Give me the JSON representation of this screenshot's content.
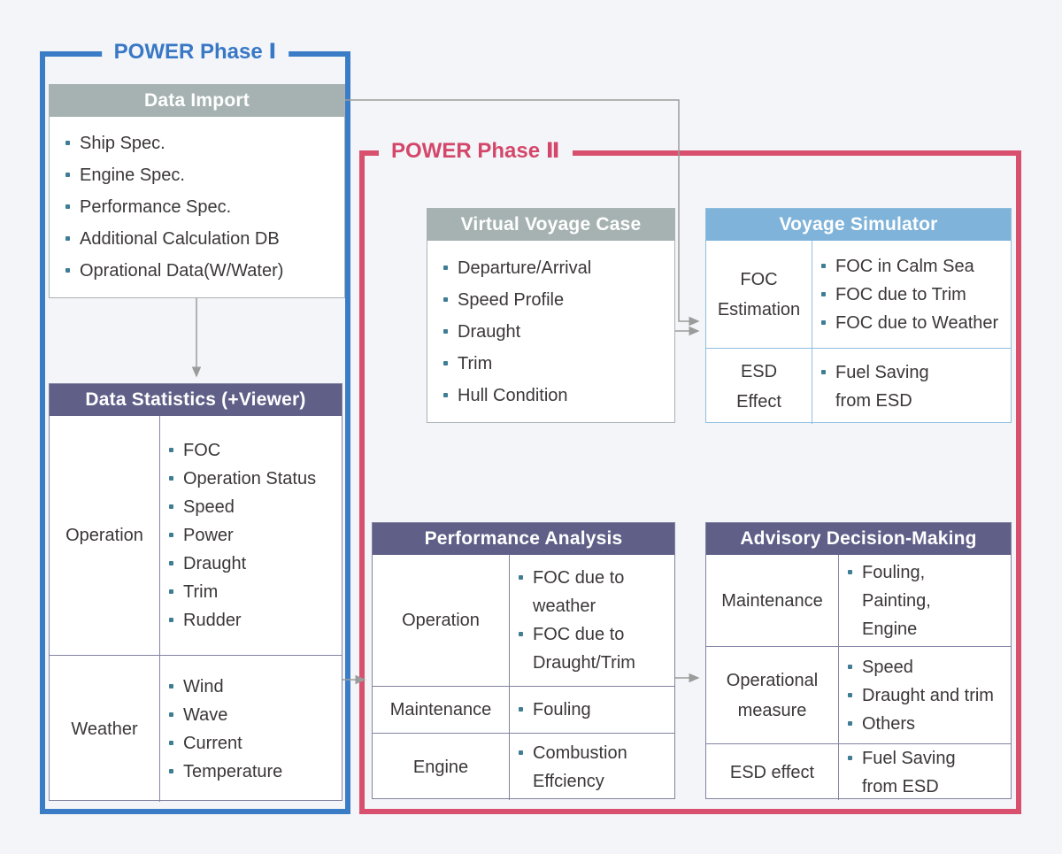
{
  "colors": {
    "background": "#f3f5f8",
    "phase1_blue": "#3b7cc7",
    "phase2_red": "#d8506e",
    "header_gray": "#a6b2b2",
    "header_purple": "#5f5f88",
    "header_light_blue": "#7fb3d9",
    "bullet_teal": "#3e7d94",
    "connector_gray": "#9b9b9b"
  },
  "phase1": {
    "label": "POWER Phase Ⅰ",
    "data_import": {
      "title": "Data Import",
      "items": [
        "Ship Spec.",
        "Engine Spec.",
        "Performance Spec.",
        "Additional Calculation DB",
        "Oprational Data(W/Water)"
      ]
    },
    "data_statistics": {
      "title": "Data Statistics (+Viewer)",
      "rows": [
        {
          "label": "Operation",
          "items": [
            "FOC",
            "Operation Status",
            "Speed",
            "Power",
            "Draught",
            "Trim",
            "Rudder"
          ]
        },
        {
          "label": "Weather",
          "items": [
            "Wind",
            "Wave",
            "Current",
            "Temperature"
          ]
        }
      ]
    }
  },
  "phase2": {
    "label": "POWER Phase Ⅱ",
    "virtual_voyage_case": {
      "title": "Virtual Voyage Case",
      "items": [
        "Departure/Arrival",
        "Speed Profile",
        "Draught",
        "Trim",
        "Hull Condition"
      ]
    },
    "voyage_simulator": {
      "title": "Voyage Simulator",
      "rows": [
        {
          "label": "FOC\nEstimation",
          "items": [
            "FOC in Calm Sea",
            "FOC due to Trim",
            "FOC due to Weather"
          ]
        },
        {
          "label": "ESD\nEffect",
          "items": [
            "Fuel Saving\nfrom ESD"
          ]
        }
      ]
    },
    "performance_analysis": {
      "title": "Performance Analysis",
      "rows": [
        {
          "label": "Operation",
          "items": [
            "FOC due to\nweather",
            "FOC due to\nDraught/Trim"
          ]
        },
        {
          "label": "Maintenance",
          "items": [
            "Fouling"
          ]
        },
        {
          "label": "Engine",
          "items": [
            "Combustion\nEffciency"
          ]
        }
      ]
    },
    "advisory_decision_making": {
      "title": "Advisory Decision-Making",
      "rows": [
        {
          "label": "Maintenance",
          "items": [
            "Fouling,\nPainting,\nEngine"
          ]
        },
        {
          "label": "Operational\nmeasure",
          "items": [
            "Speed",
            "Draught and trim",
            "Others"
          ]
        },
        {
          "label": "ESD effect",
          "items": [
            "Fuel Saving\nfrom ESD"
          ]
        }
      ]
    }
  }
}
